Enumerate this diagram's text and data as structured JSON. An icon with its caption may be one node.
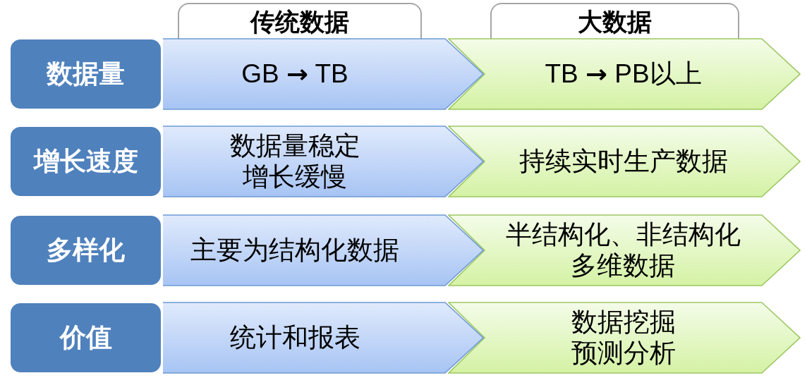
{
  "diagram": {
    "nodes": [
      {
        "text": [
          "传统数据"
        ]
      },
      {
        "text": [
          "大数据"
        ]
      },
      {
        "text": [
          "数据量"
        ]
      },
      {
        "text": [
          "GB → TB"
        ]
      },
      {
        "text": [
          "TB → PB以上"
        ]
      },
      {
        "text": [
          "增长速度"
        ]
      },
      {
        "text": [
          "数据量稳定增长缓慢"
        ]
      },
      {
        "text": [
          "持续实时生产数据"
        ]
      },
      {
        "text": [
          "多样化"
        ]
      },
      {
        "text": [
          "主要为结构化数据"
        ]
      },
      {
        "text": [
          "半结构化、非结构化多维数据"
        ]
      },
      {
        "text": [
          "价值"
        ]
      },
      {
        "text": [
          "统计和报表"
        ]
      },
      {
        "text": [
          "数据挖掘预测分析"
        ]
      }
    ]
  }
}
